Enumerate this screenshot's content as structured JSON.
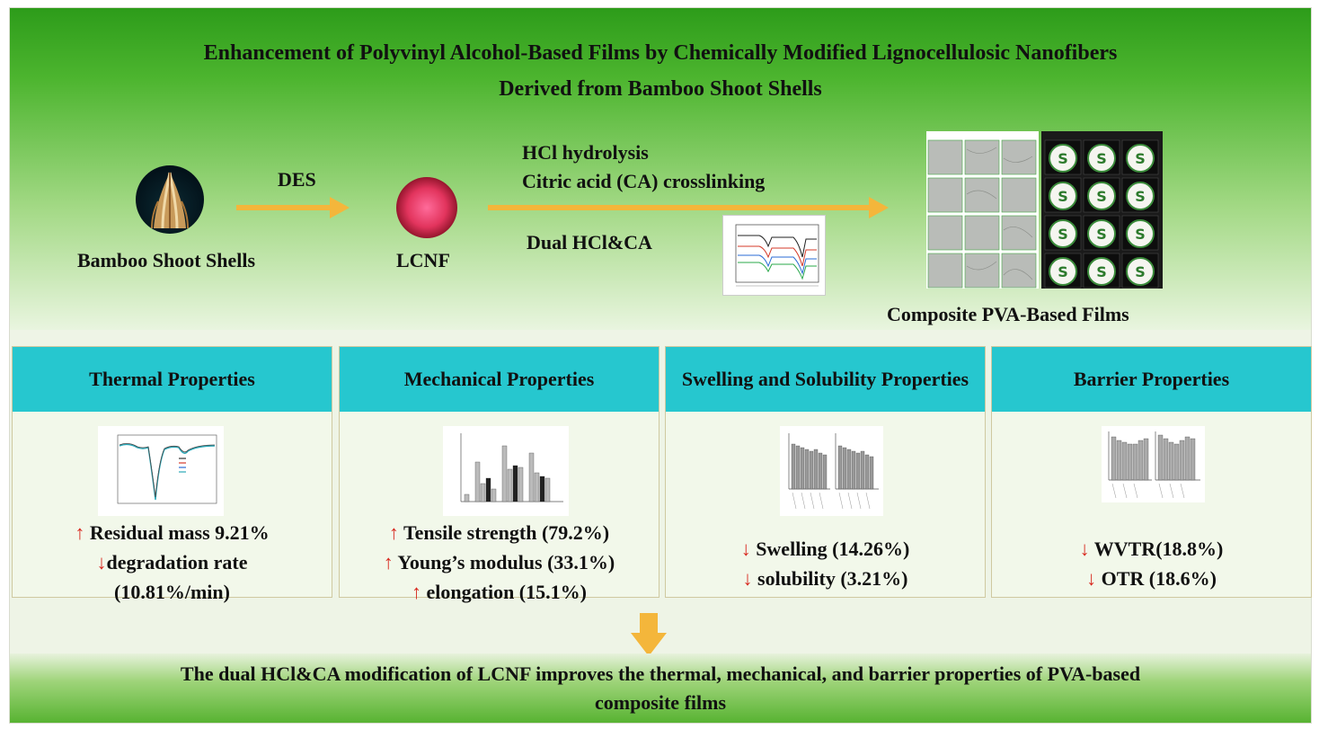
{
  "title": {
    "line1": "Enhancement of Polyvinyl Alcohol-Based Films by Chemically Modified Lignocellulosic Nanofibers",
    "line2": "Derived from Bamboo Shoot Shells"
  },
  "process": {
    "source_label": "Bamboo Shoot Shells",
    "step1_label": "DES",
    "intermediate_label": "LCNF",
    "treatments": [
      "HCl hydrolysis",
      "Citric acid (CA) crosslinking",
      "Dual HCl&CA"
    ],
    "product_label": "Composite PVA-Based Films"
  },
  "properties": [
    {
      "heading": "Thermal Properties",
      "results": [
        {
          "arrow": "↑",
          "text": " Residual mass 9.21%"
        },
        {
          "arrow": "↓",
          "text": "degradation rate"
        },
        {
          "arrow": "",
          "text": "(10.81%/min)"
        }
      ]
    },
    {
      "heading": "Mechanical Properties",
      "results": [
        {
          "arrow": "↑",
          "text": " Tensile strength (79.2%)"
        },
        {
          "arrow": "↑",
          "text": " Young’s modulus (33.1%)"
        },
        {
          "arrow": "↑",
          "text": " elongation (15.1%)"
        }
      ]
    },
    {
      "heading": "Swelling and Solubility Properties",
      "results": [
        {
          "arrow": "↓",
          "text": " Swelling (14.26%)"
        },
        {
          "arrow": "↓",
          "text": " solubility (3.21%)"
        }
      ]
    },
    {
      "heading": "Barrier Properties",
      "results": [
        {
          "arrow": "↓",
          "text": " WVTR(18.8%)"
        },
        {
          "arrow": "↓",
          "text": " OTR (18.6%)"
        }
      ]
    }
  ],
  "conclusion": {
    "line1": "The dual HCl&CA modification of LCNF improves the thermal, mechanical, and barrier properties of PVA-based",
    "line2": "composite films"
  },
  "colors": {
    "header_green": "#2d9c1a",
    "panel_head_cyan": "#26c7cf",
    "arrow_orange": "#f4b63b",
    "result_arrow_red": "#d8291f"
  }
}
